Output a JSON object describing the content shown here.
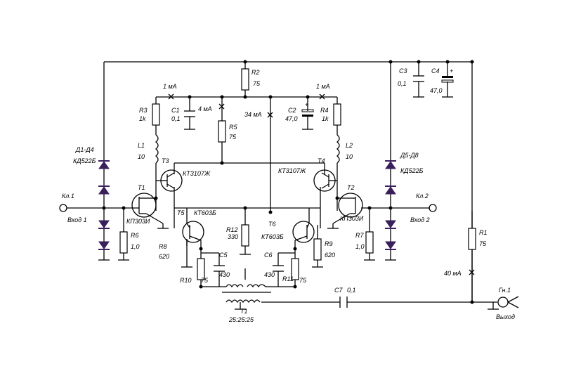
{
  "labels": {
    "r2": "R2",
    "r2v": "75",
    "c3": "C3",
    "c3v": "0,1",
    "c4": "C4",
    "c4v": "47,0",
    "i1l": "1 мА",
    "i1r": "1 мА",
    "r3": "R3",
    "r3v": "1k",
    "c1": "C1",
    "c1v": "0,1",
    "i4": "4 мА",
    "r5": "R5",
    "r5v": "75",
    "i34": "34 мА",
    "c2": "C2",
    "c2v": "47,0",
    "r4": "R4",
    "r4v": "1k",
    "l1": "L1",
    "l1v": "10",
    "l2": "L2",
    "l2v": "10",
    "d14": "Д1-Д4",
    "d14t": "КД522Б",
    "d58": "Д5-Д8",
    "d58t": "КД522Б",
    "t3": "T3",
    "t3t": "КТ3107Ж",
    "t4": "T4",
    "t4t": "КТ3107Ж",
    "t1": "T1",
    "t2": "T2",
    "kn1": "Кл.1",
    "kn2": "Кл.2",
    "in1": "Вход 1",
    "in2": "Вход 2",
    "t1t": "КП303И",
    "t2t": "КП303И",
    "t5": "T5",
    "t5t": "КТ603Б",
    "t6": "T6",
    "t6t": "КТ603Б",
    "r12": "R12",
    "r12v": "330",
    "r6": "R6",
    "r6v": "1,0",
    "r7": "R7",
    "r7v": "1,0",
    "r8": "R8",
    "r8v": "620",
    "r9": "R9",
    "r9v": "620",
    "c5": "C5",
    "c5v": "430",
    "c6": "C6",
    "c6v": "430",
    "r10": "R10",
    "r10v": "75",
    "r11": "R11",
    "r11v": "75",
    "r1": "R1",
    "r1v": "75",
    "i40": "40 мА",
    "c7": "C7",
    "c7v": "0,1",
    "tr1": "T1",
    "tr1v": "25:25:25",
    "gn1": "Гн.1",
    "out": "Выход"
  }
}
